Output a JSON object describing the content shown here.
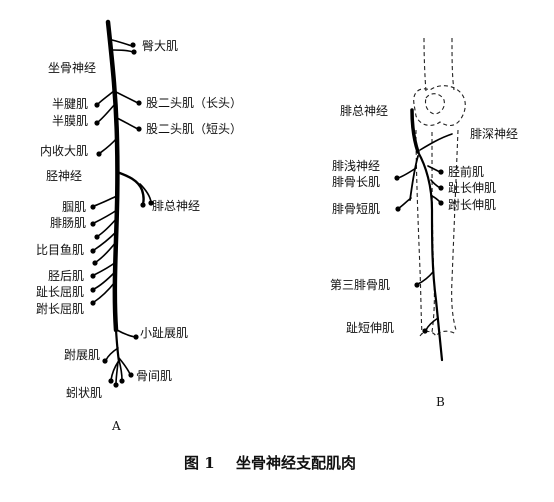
{
  "panel_a": {
    "letter": "A",
    "labels": {
      "gluteus_maximus": "臀大肌",
      "sciatic_nerve": "坐骨神经",
      "semitendinosus": "半腱肌",
      "semimembranosus": "半膜肌",
      "biceps_long": "股二头肌（长头）",
      "biceps_short": "股二头肌（短头）",
      "adductor_magnus": "内收大肌",
      "tibial_nerve": "胫神经",
      "popliteus": "腘肌",
      "gastrocnemius": "腓肠肌",
      "common_peroneal": "腓总神经",
      "soleus": "比目鱼肌",
      "tibialis_posterior": "胫后肌",
      "flexor_digitorum_longus": "趾长屈肌",
      "flexor_hallucis_longus": "跗长屈肌",
      "abductor_digiti_minimi": "小趾展肌",
      "abductor_hallucis": "跗展肌",
      "interossei": "骨间肌",
      "lumbricals": "蚓状肌"
    }
  },
  "panel_b": {
    "letter": "B",
    "labels": {
      "common_peroneal": "腓总神经",
      "deep_peroneal": "腓深神经",
      "superficial_peroneal": "腓浅神经",
      "peroneus_longus": "腓骨长肌",
      "peroneus_brevis": "腓骨短肌",
      "tibialis_anterior": "胫前肌",
      "extensor_digitorum_longus": "趾长伸肌",
      "extensor_hallucis_longus": "跗长伸肌",
      "peroneus_tertius": "第三腓骨肌",
      "extensor_digitorum_brevis": "趾短伸肌"
    }
  },
  "caption": {
    "number": "图 1",
    "title": "坐骨神经支配肌肉"
  }
}
